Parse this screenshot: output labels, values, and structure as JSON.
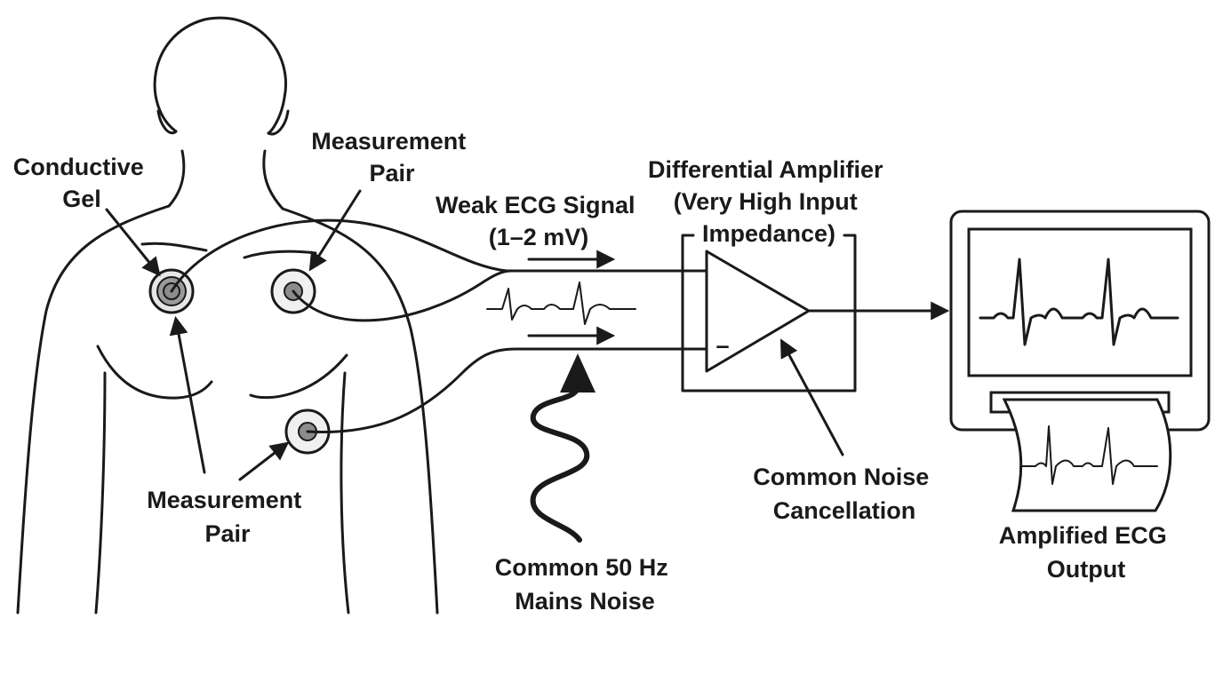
{
  "labels": {
    "conductive_gel": [
      "Conductive",
      "Gel"
    ],
    "measurement_pair_top": [
      "Measurement",
      "Pair"
    ],
    "measurement_pair_bottom": [
      "Measurement",
      "Pair"
    ],
    "weak_signal": [
      "Weak ECG Signal",
      "(1–2 mV)"
    ],
    "amplifier": [
      "Differential Amplifier",
      "(Very High Input",
      "Impedance)"
    ],
    "noise_cancellation": [
      "Common Noise",
      "Cancellation"
    ],
    "mains_noise": [
      "Common 50 Hz",
      "Mains Noise"
    ],
    "output": [
      "Amplified ECG",
      "Output"
    ],
    "minus_sign": "–"
  },
  "colors": {
    "ink": "#1a1a1a",
    "electrode_fill": "#e6e6e6",
    "electrode_center": "#8c8c8c",
    "gel_ring": "#9a9a9a"
  }
}
